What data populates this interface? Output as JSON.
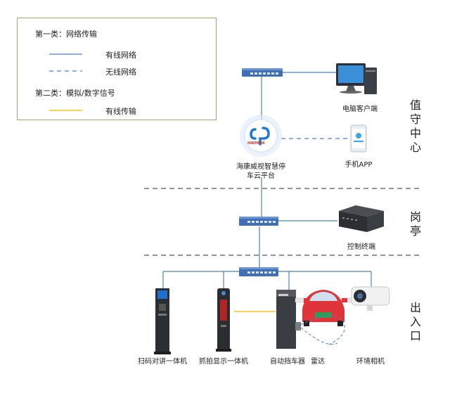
{
  "legend": {
    "category1_title": "第一类：网络传输",
    "wired_network": "有线网络",
    "wireless_network": "无线网络",
    "category2_title": "第二类：模拟/数字信号",
    "wired_transmission": "有线传输"
  },
  "zones": {
    "duty_center": "值守中心",
    "booth": "岗亭",
    "entrance": "出入口"
  },
  "devices": {
    "pc_client": "电脑客户端",
    "mobile_app": "手机APP",
    "cloud_platform_line1": "海康威视智慧停",
    "cloud_platform_line2": "车云平台",
    "hik_logo_text": "HIKPARK",
    "control_terminal": "控制终端",
    "scan_intercom": "扫码对讲一体机",
    "capture_display": "抓拍显示一体机",
    "barrier": "自动挡车器",
    "radar": "雷达",
    "env_camera": "环境相机"
  },
  "colors": {
    "network_line": "#4f81bd",
    "analog_line": "#f2c230",
    "divider": "#555555",
    "switch_body": "#3f6fb5",
    "car_red": "#e0343b"
  },
  "icons": {
    "switch": "network-switch-icon",
    "pc": "desktop-computer-icon",
    "phone": "smartphone-icon",
    "cloud": "hikpark-cloud-icon",
    "terminal": "control-terminal-box-icon",
    "camera": "bullet-camera-icon",
    "car": "car-icon"
  }
}
